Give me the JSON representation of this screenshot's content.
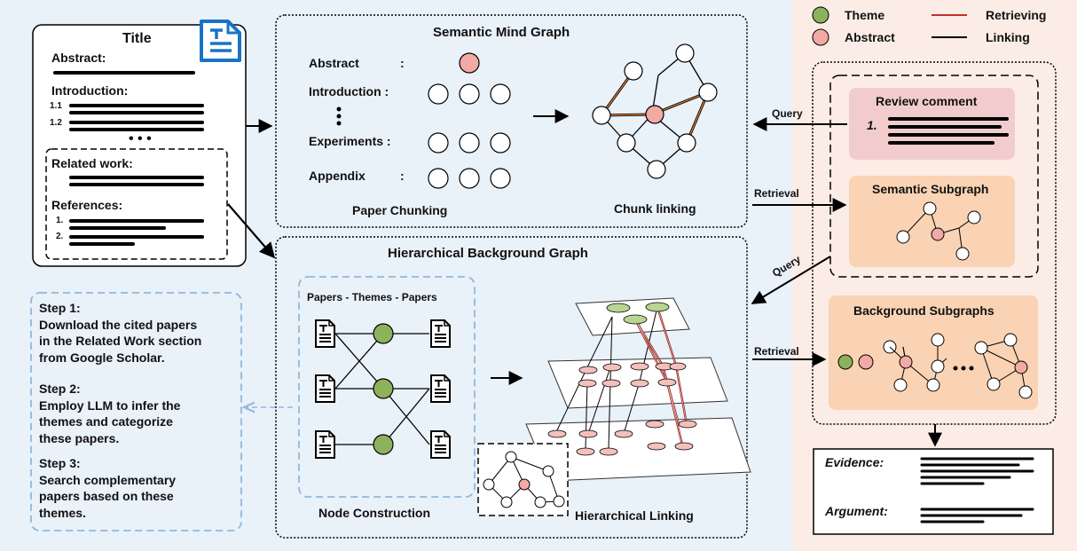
{
  "paper": {
    "title": "Title",
    "abstract": "Abstract:",
    "introduction": "Introduction:",
    "sec1": "1.1",
    "sec2": "1.2",
    "ellipsis": "• • •",
    "related_work": "Related work:",
    "references": "References:",
    "ref1": "1.",
    "ref2": "2."
  },
  "semantic_graph": {
    "title": "Semantic Mind Graph",
    "abstract": "Abstract",
    "colon": ":",
    "introduction": "Introduction :",
    "experiments": "Experiments :",
    "appendix": "Appendix",
    "chunking": "Paper Chunking",
    "linking": "Chunk linking"
  },
  "hierarchical_graph": {
    "title": "Hierarchical Background Graph",
    "ptp": "Papers - Themes - Papers",
    "node_construction": "Node Construction",
    "hierarchical_linking": "Hierarchical Linking"
  },
  "steps": [
    "Step 1:\nDownload the cited papers\nin the Related Work section\nfrom Google Scholar.",
    "Step 2:\nEmploy LLM to infer the\nthemes and categorize\nthese papers.",
    "Step 3:\nSearch complementary\npapers based on these\nthemes."
  ],
  "legend": {
    "theme": "Theme",
    "abstract": "Abstract",
    "retrieving": "Retrieving",
    "linking": "Linking"
  },
  "right": {
    "query": "Query",
    "retrieval": "Retrieval",
    "review_comment": "Review comment",
    "review_num": "1.",
    "semantic_subgraph": "Semantic Subgraph",
    "background_subgraphs": "Background Subgraphs"
  },
  "output": {
    "evidence": "Evidence:",
    "argument": "Argument:"
  },
  "colors": {
    "theme_node": "#8db25c",
    "abstract_node": "#f3a9a4",
    "retrieving_line": "#c0302c",
    "left_background": "#e9f1f9",
    "right_background": "#fbece6",
    "review_box": "#f2cccc",
    "subgraph_box": "#f9d3b3",
    "accent_blue": "#1a73c4"
  },
  "icons": [
    "paper-icon",
    "doc-icon"
  ]
}
